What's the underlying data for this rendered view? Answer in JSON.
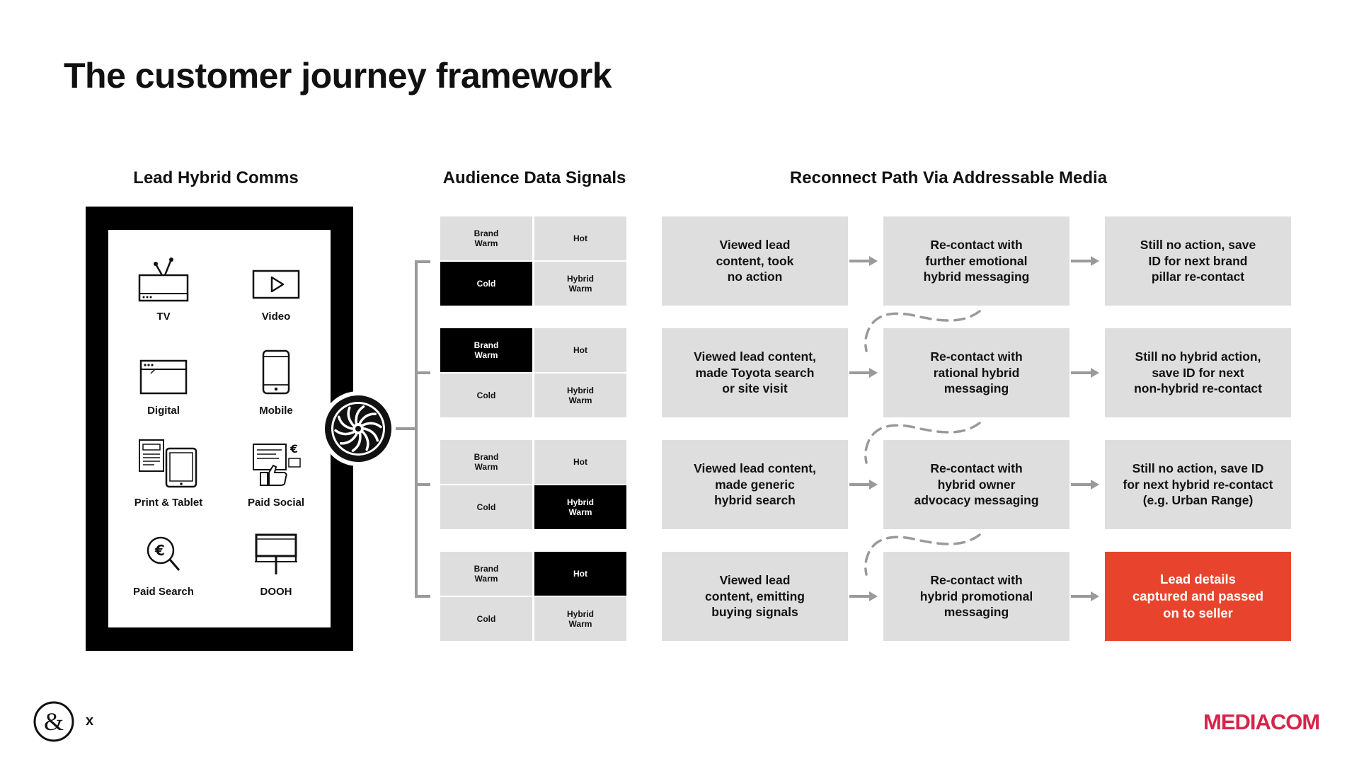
{
  "title": "The customer journey framework",
  "sections": {
    "lead": "Lead Hybrid Comms",
    "signals": "Audience Data Signals",
    "reconnect": "Reconnect Path Via Addressable Media"
  },
  "channels": [
    {
      "label": "TV",
      "icon": "tv-icon"
    },
    {
      "label": "Video",
      "icon": "video-play-icon"
    },
    {
      "label": "Digital",
      "icon": "browser-window-icon"
    },
    {
      "label": "Mobile",
      "icon": "mobile-phone-icon"
    },
    {
      "label": "Print & Tablet",
      "icon": "print-tablet-icon"
    },
    {
      "label": "Paid Social",
      "icon": "social-thumbs-up-icon"
    },
    {
      "label": "Paid Search",
      "icon": "search-euro-icon"
    },
    {
      "label": "DOOH",
      "icon": "billboard-icon"
    }
  ],
  "signal_groups": [
    {
      "cells": [
        "Brand\nWarm",
        "Hot",
        "Cold",
        "Hybrid\nWarm"
      ],
      "active": 2
    },
    {
      "cells": [
        "Brand\nWarm",
        "Hot",
        "Cold",
        "Hybrid\nWarm"
      ],
      "active": 0
    },
    {
      "cells": [
        "Brand\nWarm",
        "Hot",
        "Cold",
        "Hybrid\nWarm"
      ],
      "active": 3
    },
    {
      "cells": [
        "Brand\nWarm",
        "Hot",
        "Cold",
        "Hybrid\nWarm"
      ],
      "active": 1
    }
  ],
  "paths": [
    [
      "Viewed lead\ncontent, took\nno action",
      "Re-contact with\nfurther emotional\nhybrid messaging",
      "Still no action, save\nID for next brand\npillar re-contact"
    ],
    [
      "Viewed lead content,\nmade Toyota search\nor site visit",
      "Re-contact with\nrational hybrid\nmessaging",
      "Still no hybrid action,\nsave ID for next\nnon-hybrid re-contact"
    ],
    [
      "Viewed lead content,\nmade generic\nhybrid search",
      "Re-contact with\nhybrid owner\nadvocacy messaging",
      "Still no action, save ID\nfor next hybrid re-contact\n(e.g. Urban Range)"
    ],
    [
      "Viewed lead\ncontent, emitting\nbuying signals",
      "Re-contact with\nhybrid promotional\nmessaging",
      "Lead details\ncaptured and passed\non to seller"
    ]
  ],
  "footer": {
    "x": "x",
    "brand": "MEDIACOM"
  },
  "colors": {
    "highlight": "#e8442d",
    "cell": "#dedede",
    "brand": "#d6244a"
  }
}
